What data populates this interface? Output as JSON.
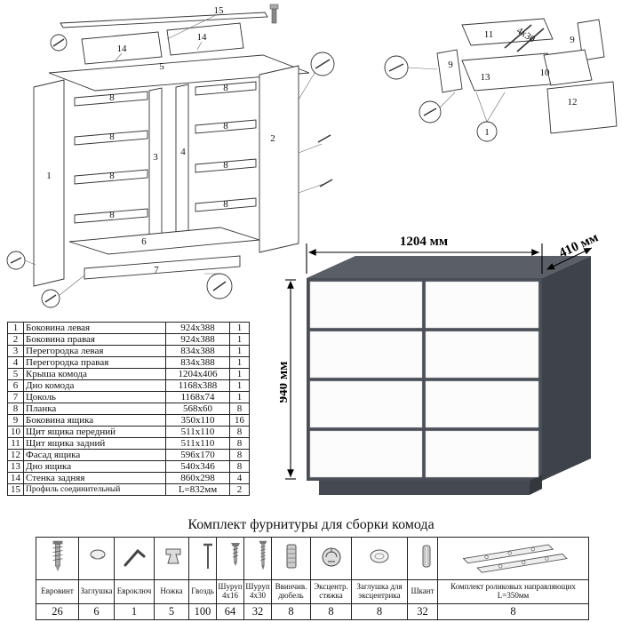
{
  "title": "Комплект фурнитуры для сборки комода",
  "dimensions": {
    "width": "1204 мм",
    "depth": "410 мм",
    "height": "940 мм"
  },
  "parts_table": {
    "rows": [
      {
        "num": "1",
        "name": "Боковина левая",
        "size": "924x388",
        "qty": "1"
      },
      {
        "num": "2",
        "name": "Боковина правая",
        "size": "924x388",
        "qty": "1"
      },
      {
        "num": "3",
        "name": "Перегородка левая",
        "size": "834x388",
        "qty": "1"
      },
      {
        "num": "4",
        "name": "Перегородка правая",
        "size": "834x388",
        "qty": "1"
      },
      {
        "num": "5",
        "name": "Крыша комода",
        "size": "1204x406",
        "qty": "1"
      },
      {
        "num": "6",
        "name": "Дно комода",
        "size": "1168x388",
        "qty": "1"
      },
      {
        "num": "7",
        "name": "Цоколь",
        "size": "1168x74",
        "qty": "1"
      },
      {
        "num": "8",
        "name": "Планка",
        "size": "568x60",
        "qty": "8"
      },
      {
        "num": "9",
        "name": "Боковина ящика",
        "size": "350x110",
        "qty": "16"
      },
      {
        "num": "10",
        "name": "Щит ящика передний",
        "size": "511x110",
        "qty": "8"
      },
      {
        "num": "11",
        "name": "Щит ящика задний",
        "size": "511x110",
        "qty": "8"
      },
      {
        "num": "12",
        "name": "Фасад ящика",
        "size": "596x170",
        "qty": "8"
      },
      {
        "num": "13",
        "name": "Дно ящика",
        "size": "540x346",
        "qty": "8"
      },
      {
        "num": "14",
        "name": "Стенка задняя",
        "size": "860x298",
        "qty": "4"
      },
      {
        "num": "15",
        "name": "Профиль соединительный",
        "size": "L=832мм",
        "qty": "2"
      }
    ]
  },
  "hardware": {
    "items": [
      {
        "icon": "euroscrew-icon",
        "label": "Евровинт",
        "qty": "26"
      },
      {
        "icon": "plug-cap-icon",
        "label": "Заглушка",
        "qty": "6"
      },
      {
        "icon": "hex-key-icon",
        "label": "Евроключ",
        "qty": "1"
      },
      {
        "icon": "foot-icon",
        "label": "Ножка",
        "qty": "5"
      },
      {
        "icon": "nail-icon",
        "label": "Гвоздь",
        "qty": "100"
      },
      {
        "icon": "screw-4x16-icon",
        "label": "Шуруп 4x16",
        "qty": "64"
      },
      {
        "icon": "screw-4x30-icon",
        "label": "Шуруп 4x30",
        "qty": "32"
      },
      {
        "icon": "dowel-insert-icon",
        "label": "Ввинчив. дюбель",
        "qty": "8"
      },
      {
        "icon": "cam-lock-icon",
        "label": "Эксцентр. стяжка",
        "qty": "8"
      },
      {
        "icon": "cam-cover-icon",
        "label": "Заглушка для эксцентрика",
        "qty": "8"
      },
      {
        "icon": "wood-dowel-icon",
        "label": "Шкант",
        "qty": "32"
      },
      {
        "icon": "drawer-slides-icon",
        "label": "Комплект роликовых направляющих L=350мм",
        "qty": "8"
      }
    ]
  },
  "diagrams": {
    "main": {
      "callouts": [
        "15",
        "14",
        "14",
        "5",
        "1",
        "2",
        "3",
        "4",
        "6",
        "7",
        "8",
        "8",
        "8",
        "8",
        "8",
        "8",
        "8",
        "8"
      ]
    },
    "drawer": {
      "callouts": [
        "11",
        "4x30",
        "9",
        "9",
        "13",
        "10",
        "12",
        "1"
      ]
    }
  }
}
